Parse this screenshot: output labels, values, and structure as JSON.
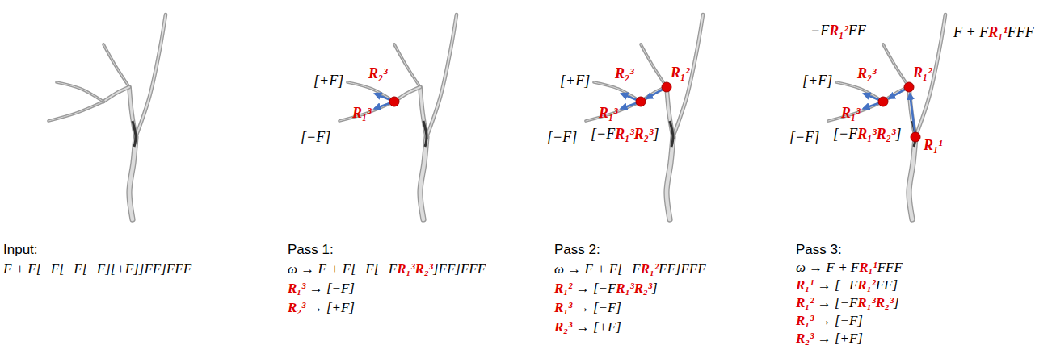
{
  "diagram": {
    "labels": [
      "[+F]",
      "R₂³",
      "R₁³",
      "[−F]",
      "[+F]",
      "R₂³",
      "R₁²",
      "R₁³",
      "[−F]",
      "[−FR₁³R₂³]",
      "−FR₁²FF",
      "F + FR₁¹FFF",
      "[+F]",
      "R₂³",
      "R₁²",
      "R₁³",
      "[−F]",
      "[−FR₁³R₂³]",
      "R₁¹",
      "Input:",
      "F + F[−F[−F[−F][+F]]FF]FFF",
      "Pass 1:",
      "ω → F + F[−F[−FR₁³R₂³]FF]FFF",
      "R₁³ → [−F]",
      "R₂³ → [+F]",
      "Pass 2:",
      "ω → F + F[−FR₁²FF]FFF",
      "R₁² → [−FR₁³R₂³]",
      "R₁³ → [−F]",
      "R₂³ → [+F]",
      "Pass 3:",
      "ω → F + FR₁¹FFF",
      "R₁¹ → [−FR₁²FF]",
      "R₁² → [−FR₁³R₂³]",
      "R₁³ → [−F]",
      "R₂³ → [+F]"
    ]
  }
}
